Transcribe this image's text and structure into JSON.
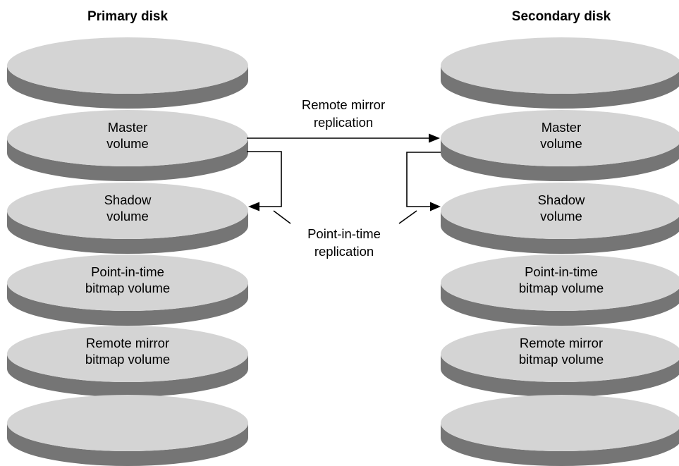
{
  "primary_disk": {
    "title": "Primary disk",
    "volumes": [
      {
        "lines": []
      },
      {
        "lines": [
          "Master",
          "volume"
        ]
      },
      {
        "lines": [
          "Shadow",
          "volume"
        ]
      },
      {
        "lines": [
          "Point-in-time",
          "bitmap volume"
        ]
      },
      {
        "lines": [
          "Remote mirror",
          "bitmap volume"
        ]
      },
      {
        "lines": []
      }
    ]
  },
  "secondary_disk": {
    "title": "Secondary disk",
    "volumes": [
      {
        "lines": []
      },
      {
        "lines": [
          "Master",
          "volume"
        ]
      },
      {
        "lines": [
          "Shadow",
          "volume"
        ]
      },
      {
        "lines": [
          "Point-in-time",
          "bitmap volume"
        ]
      },
      {
        "lines": [
          "Remote mirror",
          "bitmap volume"
        ]
      },
      {
        "lines": []
      }
    ]
  },
  "remote_mirror": {
    "label_lines": [
      "Remote mirror",
      "replication"
    ]
  },
  "point_in_time": {
    "label_lines": [
      "Point-in-time",
      "replication"
    ]
  }
}
